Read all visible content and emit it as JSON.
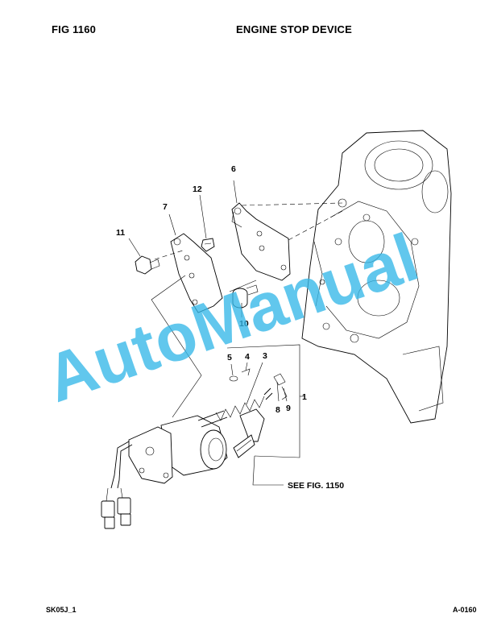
{
  "header": {
    "fig_label": "FIG 1160",
    "title": "ENGINE STOP DEVICE"
  },
  "callouts": {
    "c1": "1",
    "c3": "3",
    "c4": "4",
    "c5": "5",
    "c6": "6",
    "c7": "7",
    "c8": "8",
    "c9": "9",
    "c10": "10",
    "c11": "11",
    "c12": "12"
  },
  "reference": "SEE FIG. 1150",
  "watermark": "AutoManual",
  "footer": {
    "left": "SK05J_1",
    "right": "A-0160"
  },
  "colors": {
    "watermark": "#35b7e8",
    "ink": "#000000",
    "paper": "#ffffff"
  }
}
